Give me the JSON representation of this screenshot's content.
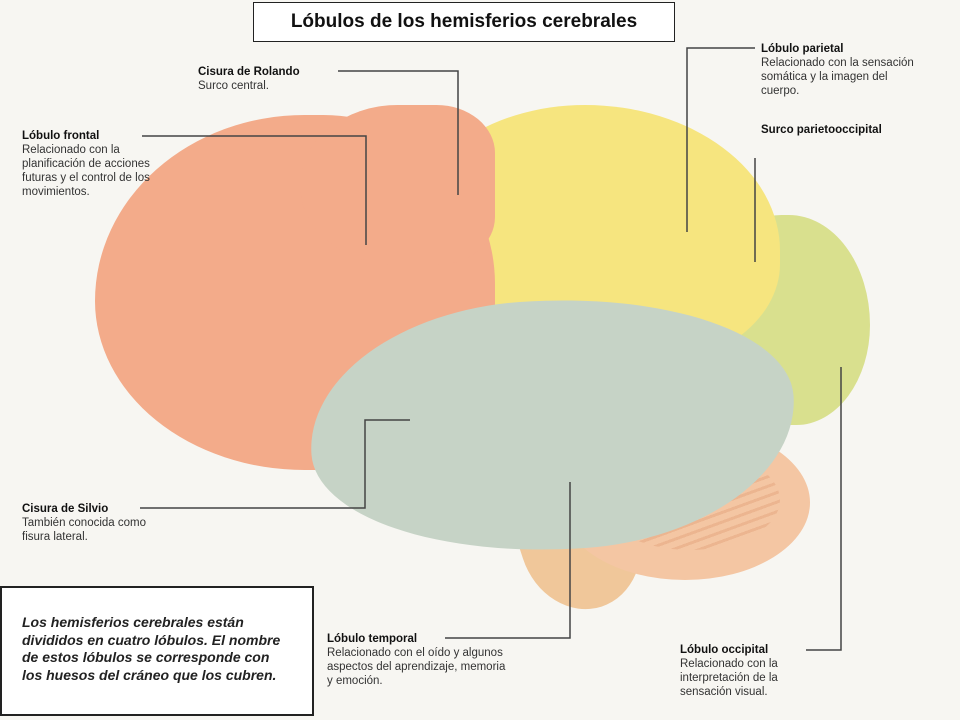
{
  "title": "Lóbulos de los hemisferios cerebrales",
  "labels": {
    "rolando": {
      "heading": "Cisura de Rolando",
      "desc": "Surco central."
    },
    "frontal": {
      "heading": "Lóbulo frontal",
      "desc": "Relacionado con la planificación de acciones futuras y el control de los movimientos."
    },
    "parietal": {
      "heading": "Lóbulo parietal",
      "desc": "Relacionado con la sensación somática y la imagen del cuerpo."
    },
    "parietooccipital": {
      "heading": "Surco parietooccipital",
      "desc": ""
    },
    "silvio": {
      "heading": "Cisura de Silvio",
      "desc": "También conocida como fisura lateral."
    },
    "temporal": {
      "heading": "Lóbulo temporal",
      "desc": "Relacionado con el oído y algunos aspectos del aprendizaje, memoria y emoción."
    },
    "occipital": {
      "heading": "Lóbulo occipital",
      "desc": "Relacionado con la interpretación de la sensación visual."
    }
  },
  "note": "Los hemisferios cerebrales están divididos en cuatro lóbulos. El nombre de estos lóbulos se corresponde con los huesos del cráneo que los cubren.",
  "colors": {
    "frontal": "#f3ab8a",
    "parietal": "#f6e57f",
    "occipital": "#d9e08e",
    "temporal": "#c6d3c6",
    "cerebellum": "#f4c6a3",
    "brainstem": "#f0c79a",
    "leader": "#444444"
  }
}
